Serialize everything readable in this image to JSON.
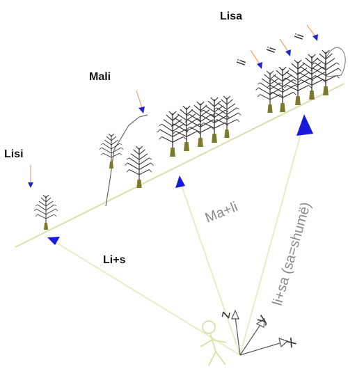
{
  "labels": {
    "lisa": "Lisa",
    "mali": "Mali",
    "lisi": "Lisi",
    "li_plus_s": "Li+s",
    "ma_plus_li": "Ma+li",
    "li_plus_sa": "li+sa (sa=shumë)",
    "li_tag": "li"
  },
  "axes": {
    "z": "z",
    "y": "y",
    "x": "x"
  },
  "colors": {
    "ground_line": "#d8e0b0",
    "view_line": "#e8ecc8",
    "arrow_blue": "#1a1adc",
    "pointer_red": "#f0a070",
    "pointer_blue": "#2222cc",
    "trunk": "#7a7a2a",
    "branch": "#333333",
    "outline": "#666666"
  },
  "icons": [
    "person-sketch-icon",
    "tree-icon"
  ]
}
